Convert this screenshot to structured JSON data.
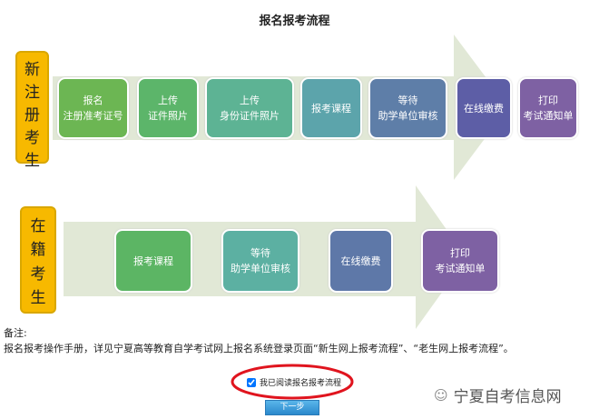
{
  "title": "报名报考流程",
  "new_students": {
    "label": [
      "新",
      "注",
      "册",
      "考",
      "生"
    ],
    "steps": [
      {
        "lines": [
          "报名",
          "注册准考证号"
        ],
        "color": "#6cb653"
      },
      {
        "lines": [
          "上传",
          "证件照片"
        ],
        "color": "#5cb56a"
      },
      {
        "lines": [
          "上传",
          "身份证件照片"
        ],
        "color": "#5db394"
      },
      {
        "lines": [
          "报考课程"
        ],
        "color": "#5ca4ab"
      },
      {
        "lines": [
          "等待",
          "助学单位审核"
        ],
        "color": "#5e7ea8"
      },
      {
        "lines": [
          "在线缴费"
        ],
        "color": "#5d5ea6"
      },
      {
        "lines": [
          "打印",
          "考试通知单"
        ],
        "color": "#7e61a3"
      }
    ]
  },
  "enrolled_students": {
    "label": [
      "在",
      "籍",
      "考",
      "生"
    ],
    "steps": [
      {
        "lines": [
          "报考课程"
        ],
        "color": "#5cb564"
      },
      {
        "lines": [
          "等待",
          "助学单位审核"
        ],
        "color": "#5cb0a2"
      },
      {
        "lines": [
          "在线缴费"
        ],
        "color": "#5e78a8"
      },
      {
        "lines": [
          "打印",
          "考试通知单"
        ],
        "color": "#7e61a3"
      }
    ]
  },
  "notes": {
    "heading": "备注:",
    "text": "报名报考操作手册，详见宁夏高等教育自学考试网上报名系统登录页面“新生网上报考流程”、“老生网上报考流程”。"
  },
  "agree_checkbox": {
    "label": "我已阅读报名报考流程",
    "checked": true
  },
  "next_button": "下一步",
  "watermark": "宁夏自考信息网",
  "colors": {
    "arrow": "#e1e8d6",
    "label": "#f7b900",
    "ellipse": "#e0141e"
  }
}
